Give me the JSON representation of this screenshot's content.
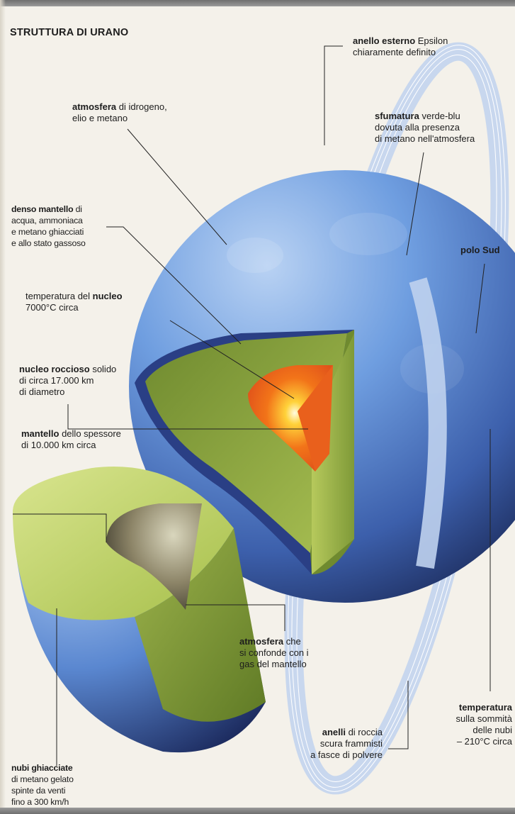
{
  "title": "STRUTTURA DI URANO",
  "labels": {
    "anello_esterno": {
      "bold": "anello esterno",
      "rest": " Epsilon",
      "line2": "chiaramente definito"
    },
    "atmosfera": {
      "bold": "atmosfera",
      "rest": " di idrogeno,",
      "line2": "elio e metano"
    },
    "sfumatura": {
      "bold": "sfumatura",
      "rest": " verde-blu",
      "line2": "dovuta alla presenza",
      "line3": "di metano nell'atmosfera"
    },
    "mantello_denso": {
      "bold": "denso mantello",
      "rest": " di",
      "line2": "acqua, ammoniaca",
      "line3": "e metano ghiacciati",
      "line4": "e allo stato gassoso"
    },
    "polo_sud": {
      "bold": "polo Sud"
    },
    "temp_nucleo": {
      "text": "temperatura del ",
      "bold": "nucleo",
      "line2": "7000°C circa"
    },
    "nucleo_roccioso": {
      "bold": "nucleo roccioso",
      "rest": " solido",
      "line2": "di circa 17.000 km",
      "line3": "di diametro"
    },
    "mantello_spessore": {
      "bold": "mantello",
      "rest": " dello spessore",
      "line2": "di 10.000 km circa"
    },
    "atmosfera_confonde": {
      "bold": "atmosfera",
      "rest": " che",
      "line2": "si confonde con i",
      "line3": "gas del mantello"
    },
    "temperatura_nubi": {
      "bold": "temperatura",
      "line2": "sulla sommità",
      "line3": "delle nubi",
      "line4": "– 210°C circa"
    },
    "anelli": {
      "bold": "anelli",
      "rest": " di roccia",
      "line2": "scura frammisti",
      "line3": "a fasce di polvere"
    },
    "nubi": {
      "bold": "nubi ghiacciate",
      "line2": "di metano gelato",
      "line3": "spinte da venti",
      "line4": "fino a 300 km/h"
    }
  },
  "colors": {
    "planet_blue": "#5e8fd6",
    "planet_dark": "#1c2a5c",
    "mantle_green": "#8fa845",
    "core_orange": "#f06a1c",
    "ring": "#c6d7f0"
  }
}
